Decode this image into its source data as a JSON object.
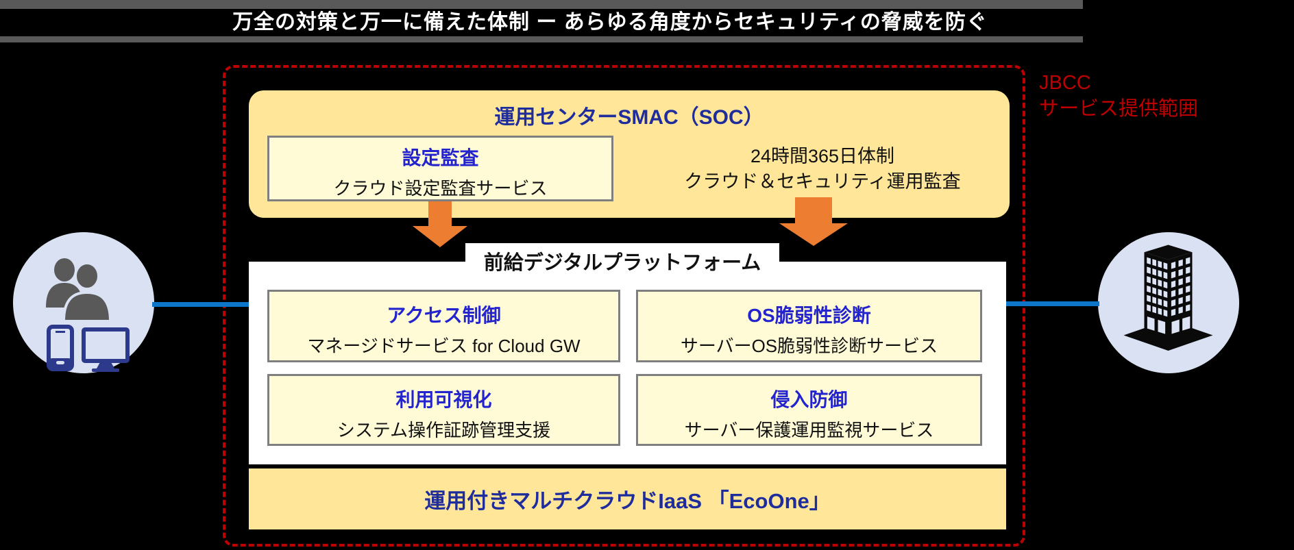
{
  "colors": {
    "page_bg": "#000000",
    "banner_gray": "#595959",
    "banner_bg": "#000000",
    "banner_text": "#FFFFFF",
    "scope_red": "#C00000",
    "gold": "#FFE699",
    "pale_yellow": "#FFFBD6",
    "box_border_gray": "#7F7F7F",
    "deep_blue": "#1F2D9C",
    "bright_blue": "#2424CE",
    "text_black": "#111111",
    "orange": "#ED7D31",
    "line_blue": "#0E76C8",
    "circle_bg": "#D9E1F2",
    "person_gray": "#595959",
    "device_navy": "#2D3A8C",
    "building_black": "#0A0A0A",
    "white": "#FFFFFF"
  },
  "header": {
    "title": "万全の対策と万一に備えた体制 ー あらゆる角度からセキュリティの脅威を防ぐ"
  },
  "scope": {
    "line1": "JBCC",
    "line2": "サービス提供範囲"
  },
  "soc": {
    "title": "運用センターSMAC（SOC）",
    "audit": {
      "title": "設定監査",
      "subtitle": "クラウド設定監査サービス"
    },
    "schedule": {
      "line1": "24時間365日体制",
      "line2": "クラウド＆セキュリティ運用監査"
    }
  },
  "platform": {
    "title": "前給デジタルプラットフォーム",
    "services": [
      {
        "title": "アクセス制御",
        "subtitle": "マネージドサービス for Cloud GW"
      },
      {
        "title": "OS脆弱性診断",
        "subtitle": "サーバーOS脆弱性診断サービス"
      },
      {
        "title": "利用可視化",
        "subtitle": "システム操作証跡管理支援"
      },
      {
        "title": "侵入防御",
        "subtitle": "サーバー保護運用監視サービス"
      }
    ]
  },
  "iaas": {
    "title": "運用付きマルチクラウドIaaS 「EcoOne」"
  }
}
